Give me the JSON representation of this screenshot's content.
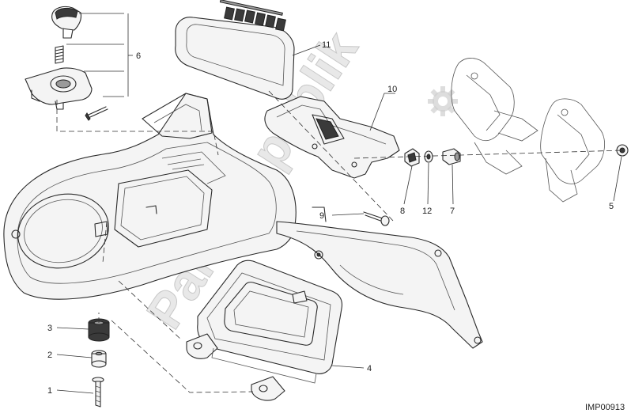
{
  "callouts": [
    {
      "id": "c1",
      "label": "1"
    },
    {
      "id": "c2",
      "label": "2"
    },
    {
      "id": "c3",
      "label": "3"
    },
    {
      "id": "c4",
      "label": "4"
    },
    {
      "id": "c5",
      "label": "5"
    },
    {
      "id": "c6",
      "label": "6"
    },
    {
      "id": "c7",
      "label": "7"
    },
    {
      "id": "c8",
      "label": "8"
    },
    {
      "id": "c9",
      "label": "9"
    },
    {
      "id": "c10",
      "label": "10"
    },
    {
      "id": "c11",
      "label": "11"
    },
    {
      "id": "c12",
      "label": "12"
    }
  ],
  "diagram_code": "IMP00913",
  "watermark": "PartsRepublik",
  "colors": {
    "line": "#2a2a2a",
    "watermark": "#d6d6d6"
  }
}
